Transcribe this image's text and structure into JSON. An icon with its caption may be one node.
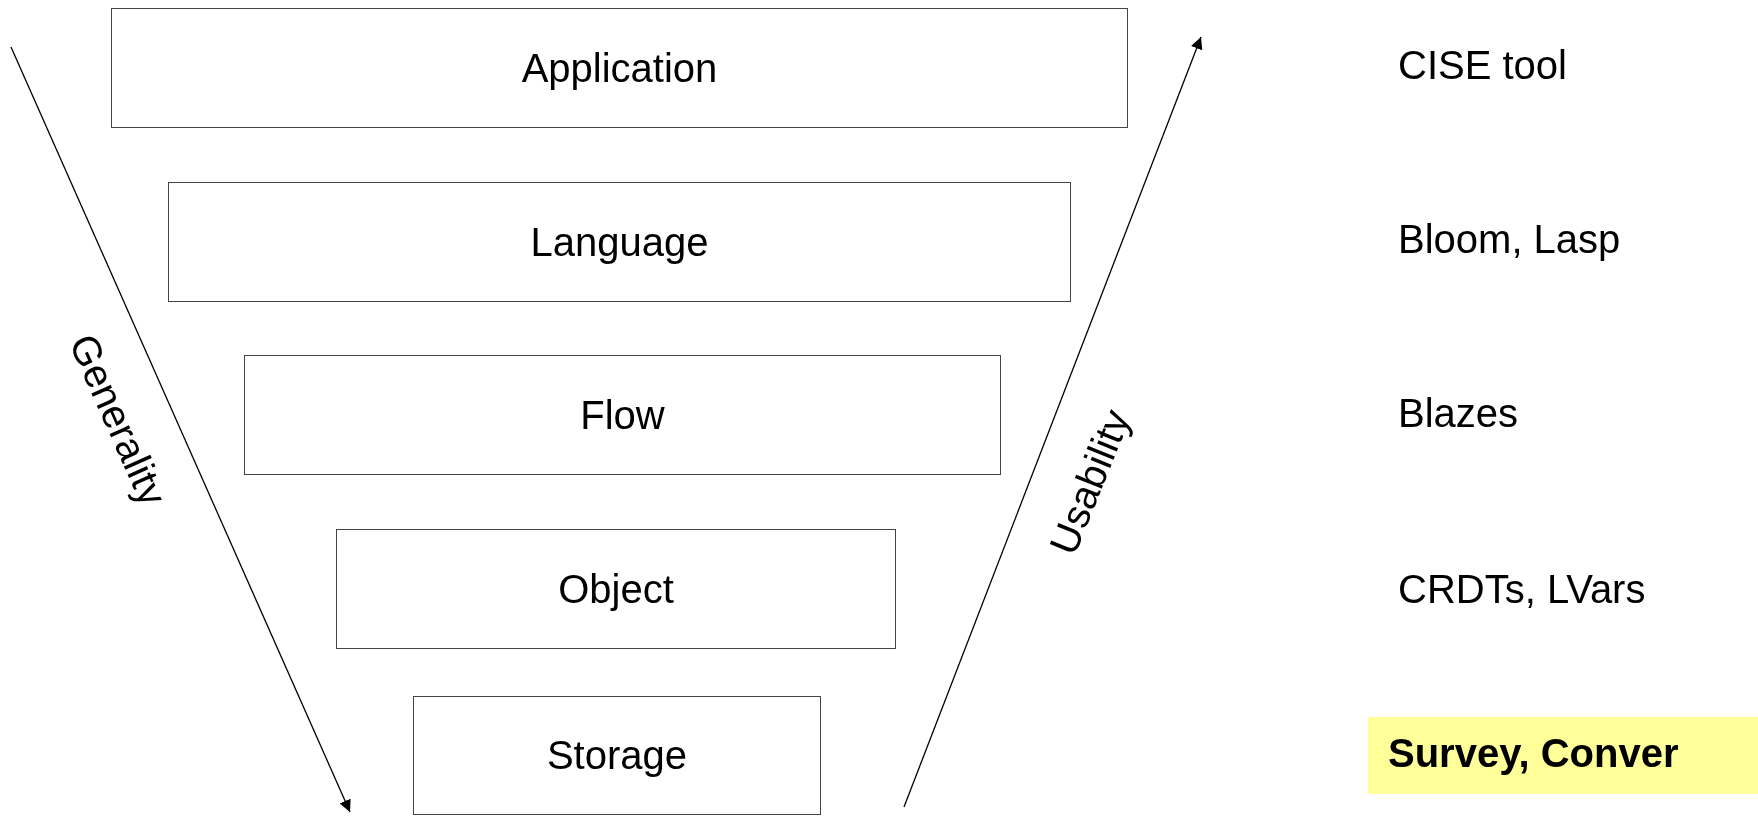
{
  "diagram": {
    "nodes": [
      {
        "text": [
          "Application"
        ]
      },
      {
        "text": [
          "Language"
        ]
      },
      {
        "text": [
          "Flow"
        ]
      },
      {
        "text": [
          "Object"
        ]
      },
      {
        "text": [
          "Storage"
        ]
      }
    ],
    "labels": [
      "CISE tool",
      "Bloom, Lasp",
      "Generality",
      "Blazes",
      "Usability",
      "CRDTs, LVars",
      "Survey, Conver"
    ]
  }
}
